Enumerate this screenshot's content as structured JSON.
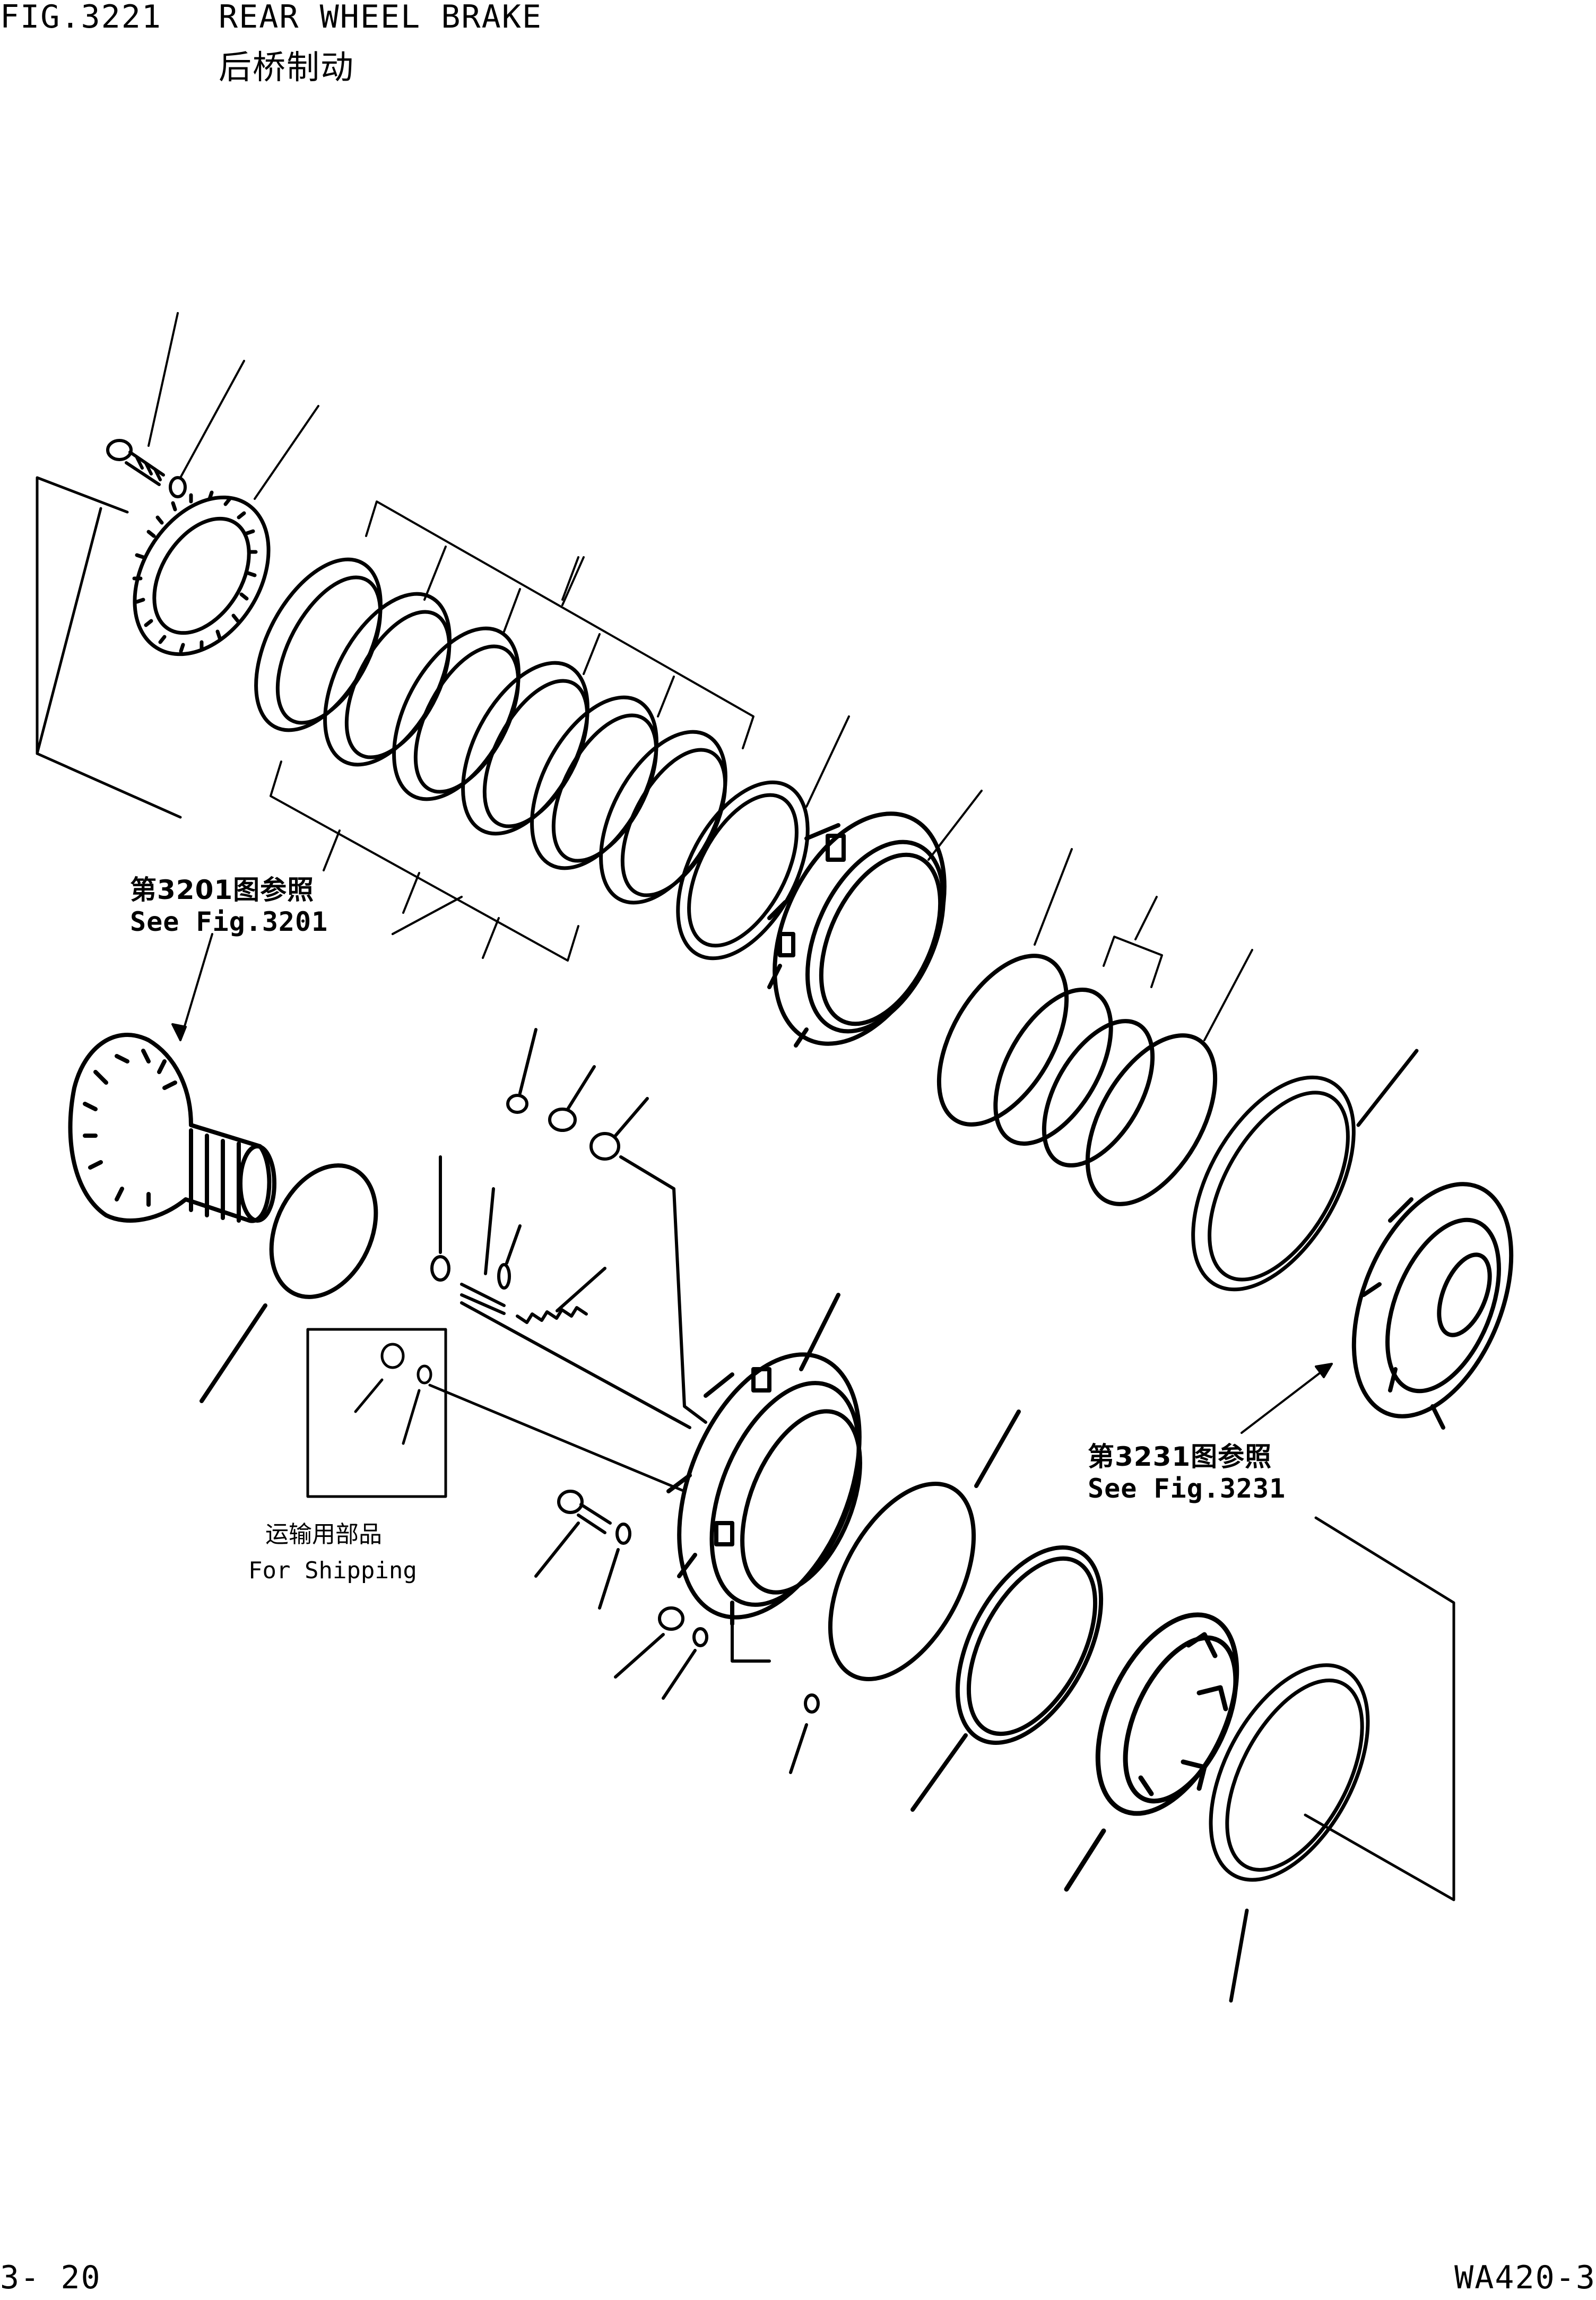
{
  "header": {
    "fig_number": "FIG.3221",
    "title": "REAR WHEEL BRAKE",
    "title_cn": "后桥制动"
  },
  "references": [
    {
      "cn": "第3201图参照",
      "en": "See Fig.3201"
    },
    {
      "cn": "第3231图参照",
      "en": "See Fig.3231"
    }
  ],
  "shipping_note": {
    "cn": "运输用部品",
    "en": "For Shipping"
  },
  "footer": {
    "page": "3- 20",
    "model": "WA420-3"
  }
}
